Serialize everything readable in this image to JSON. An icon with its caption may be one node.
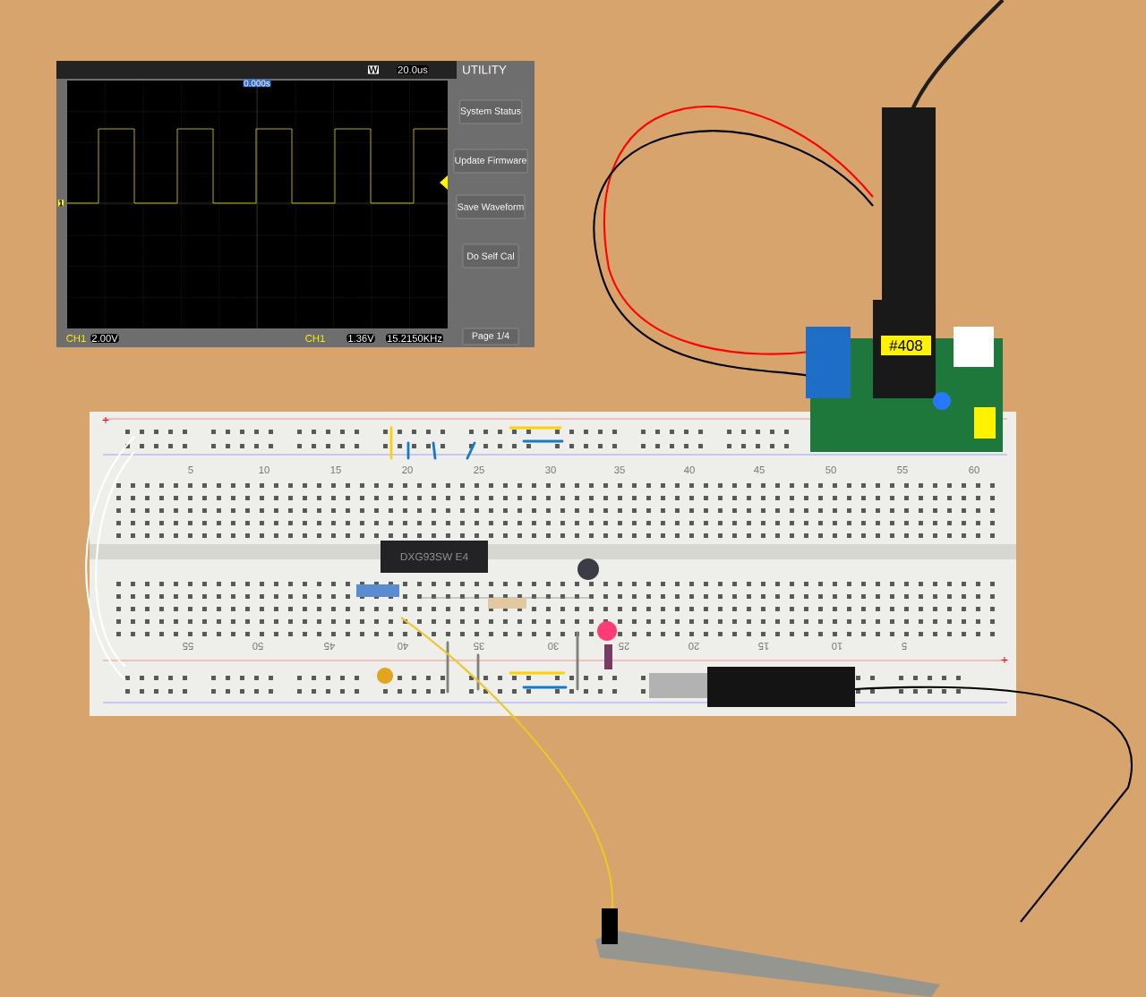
{
  "diagram": {
    "nodes": [
      {
        "text": [
          "System Status"
        ]
      },
      {
        "text": [
          "Update Firmware"
        ]
      },
      {
        "text": [
          "Save Waveform"
        ]
      },
      {
        "text": [
          "Do Self Cal"
        ]
      },
      {
        "text": [
          "Page 1/4"
        ]
      },
      {
        "text": [
          "DXG93SW E4"
        ]
      },
      {
        "text": [
          "#408"
        ]
      }
    ],
    "labels": [
      "W",
      "20.0us",
      "UTILITY",
      "0.000s",
      "1",
      "CH1",
      "2.00V",
      "CH1",
      "1.36V",
      "15.2150KHz",
      "5",
      "10",
      "15",
      "20",
      "25",
      "30",
      "35",
      "40",
      "45",
      "50",
      "55",
      "60",
      "55",
      "50",
      "45",
      "40",
      "35",
      "30",
      "25",
      "20",
      "15",
      "10",
      "5",
      "+",
      "+"
    ]
  }
}
